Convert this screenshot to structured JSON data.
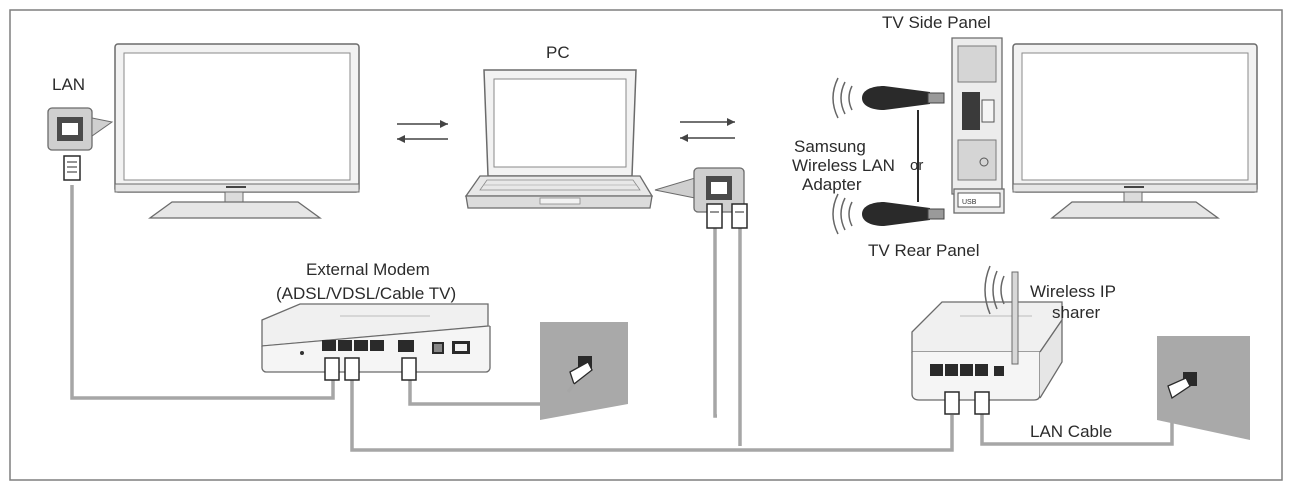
{
  "labels": {
    "lan": "LAN",
    "pc": "PC",
    "tv_side_panel": "TV Side Panel",
    "adapter_line1": "Samsung",
    "adapter_line2": "Wireless LAN",
    "adapter_line3": "Adapter",
    "or": "or",
    "tv_rear_panel": "TV Rear Panel",
    "modem_line1": "External Modem",
    "modem_line2": "(ADSL/VDSL/Cable TV)",
    "router_line1": "Wireless IP",
    "router_line2": "sharer",
    "lan_cable": "LAN Cable"
  },
  "colors": {
    "frame": "#7f7f7f",
    "device_body": "#f2f2f2",
    "device_edge": "#6b6b6b",
    "screen": "#ffffff",
    "cable": "#a6a6a6",
    "wall": "#a9a9a9",
    "dark": "#2a2a2a"
  },
  "icons": [
    "left-tv-icon",
    "right-tv-icon",
    "laptop-icon",
    "modem-icon",
    "router-icon",
    "usb-adapter-icon",
    "lan-port-icon",
    "wall-jack-icon",
    "arrow-icon",
    "wifi-waves-icon"
  ]
}
